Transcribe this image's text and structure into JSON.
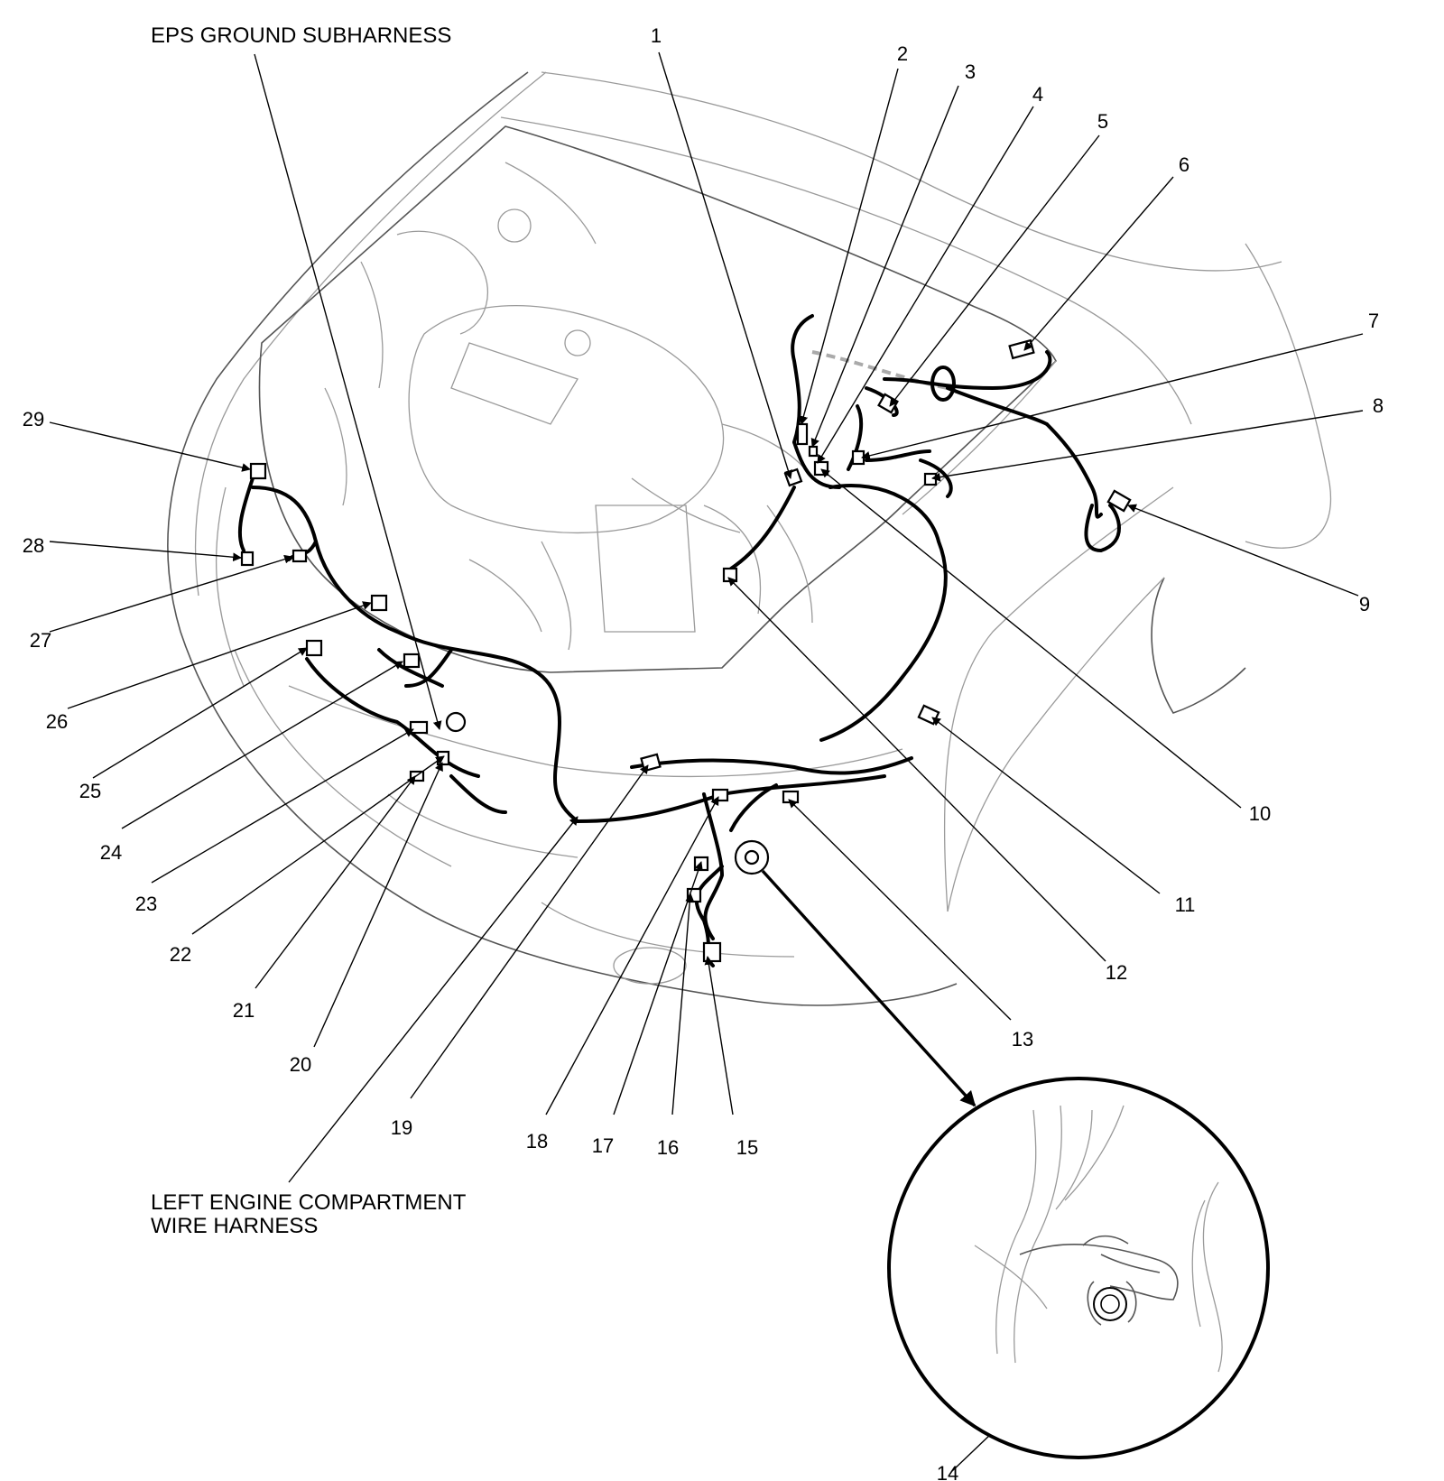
{
  "titles": {
    "eps_ground_subharness": "EPS GROUND SUBHARNESS",
    "left_harness_line1": "LEFT ENGINE COMPARTMENT",
    "left_harness_line2": "WIRE HARNESS"
  },
  "callouts": [
    "1",
    "2",
    "3",
    "4",
    "5",
    "6",
    "7",
    "8",
    "9",
    "10",
    "11",
    "12",
    "13",
    "14",
    "15",
    "16",
    "17",
    "18",
    "19",
    "20",
    "21",
    "22",
    "23",
    "24",
    "25",
    "26",
    "27",
    "28",
    "29"
  ],
  "colors": {
    "ink": "#000000",
    "outline": "#9a9a9a"
  }
}
